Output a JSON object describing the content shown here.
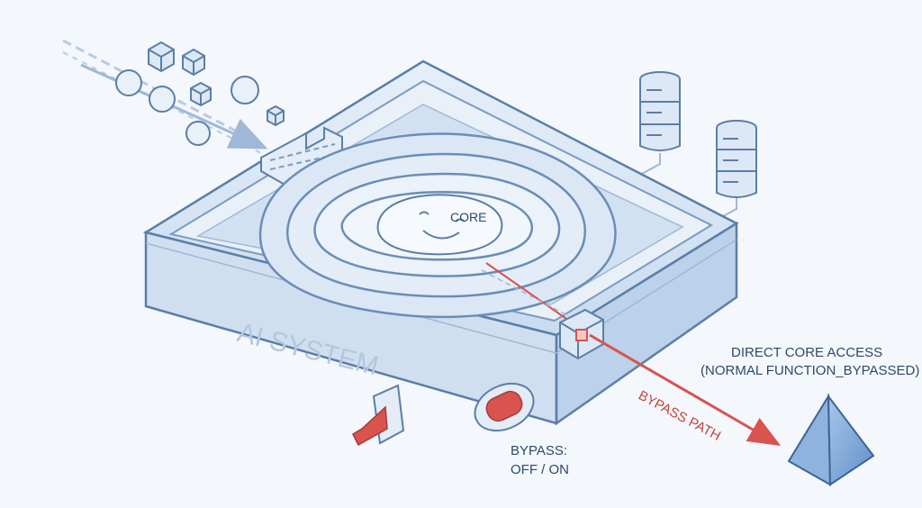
{
  "labels": {
    "system": "AI SYSTEM",
    "core": "CORE",
    "direct_access_line1": "DIRECT CORE ACCESS",
    "direct_access_line2": "(NORMAL FUNCTION_BYPASSED)",
    "bypass_path": "BYPASS PATH",
    "bypass_switch_line1": "BYPASS:",
    "bypass_switch_line2": "OFF / ON"
  },
  "colors": {
    "background": "#f4f7fb",
    "outline": "#5b7ea8",
    "glass": "#dce8f5",
    "glass_dark": "#b8cde6",
    "accent_red": "#d9534f",
    "label_text": "#2b4a6e"
  },
  "icons": {
    "input_cubes": "cube-icon",
    "input_spheres": "sphere-icon",
    "servers": "server-icon",
    "output": "pyramid-icon",
    "core_face": "smiley-face-icon",
    "bypass_toggle": "toggle-switch-icon"
  }
}
